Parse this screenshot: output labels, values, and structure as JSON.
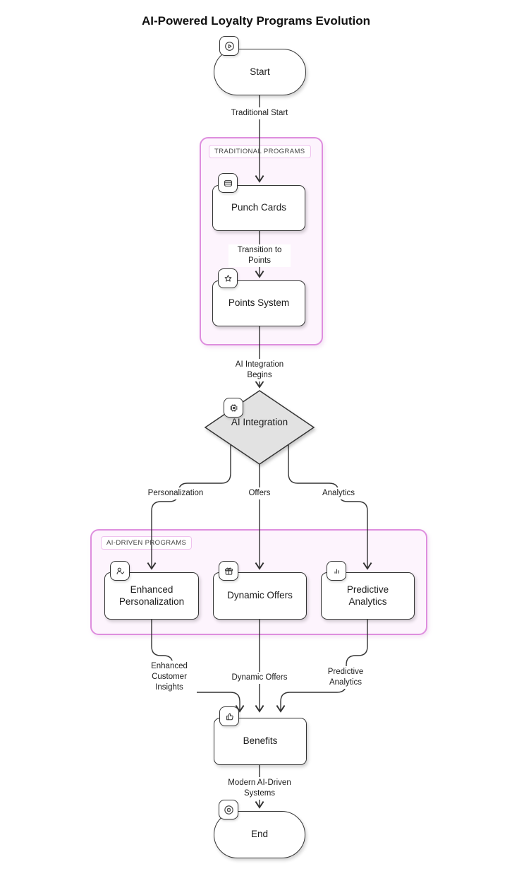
{
  "title": "AI-Powered Loyalty Programs Evolution",
  "colors": {
    "node_border": "#343434",
    "node_fill": "#ffffff",
    "diamond_fill": "#e2e2e2",
    "container_border": "#de8ede",
    "container_fill": "#fdf4fd",
    "edge_line": "#343434"
  },
  "containers": {
    "traditional": {
      "label": "TRADITIONAL PROGRAMS"
    },
    "ai_driven": {
      "label": "AI-DRIVEN PROGRAMS"
    }
  },
  "nodes": {
    "start": {
      "label": "Start",
      "icon": "play-circle-icon",
      "shape": "stadium"
    },
    "punch_cards": {
      "label": "Punch Cards",
      "icon": "credit-card-icon",
      "shape": "rect"
    },
    "points_system": {
      "label": "Points System",
      "icon": "star-icon",
      "shape": "rect"
    },
    "ai_integration": {
      "label": "AI Integration",
      "icon": "cpu-chip-icon",
      "shape": "diamond"
    },
    "enhanced_personalization": {
      "label": "Enhanced Personalization",
      "icon": "user-check-icon",
      "shape": "rect"
    },
    "dynamic_offers": {
      "label": "Dynamic Offers",
      "icon": "gift-icon",
      "shape": "rect"
    },
    "predictive_analytics": {
      "label": "Predictive Analytics",
      "icon": "bar-chart-icon",
      "shape": "rect"
    },
    "benefits": {
      "label": "Benefits",
      "icon": "thumbs-up-icon",
      "shape": "rect"
    },
    "end": {
      "label": "End",
      "icon": "stop-circle-icon",
      "shape": "stadium"
    }
  },
  "edge_labels": {
    "traditional_start": "Traditional Start",
    "transition_to_points": "Transition to Points",
    "ai_integration_begins": "AI Integration Begins",
    "personalization": "Personalization",
    "offers": "Offers",
    "analytics": "Analytics",
    "enhanced_customer_insights": "Enhanced Customer Insights",
    "dynamic_offers": "Dynamic Offers",
    "predictive_analytics": "Predictive Analytics",
    "modern_ai_driven_systems": "Modern AI-Driven Systems"
  }
}
